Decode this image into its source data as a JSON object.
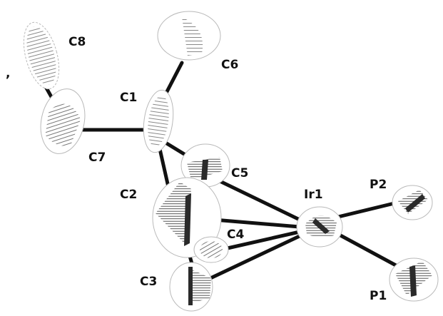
{
  "atoms": {
    "C1": "C1",
    "C2": "C2",
    "C3": "C3",
    "C4": "C4",
    "C5": "C5",
    "C6": "C6",
    "C7": "C7",
    "C8": "C8",
    "Ir1": "Ir1",
    "P1": "P1",
    "P2": "P2"
  },
  "stray_mark": ","
}
